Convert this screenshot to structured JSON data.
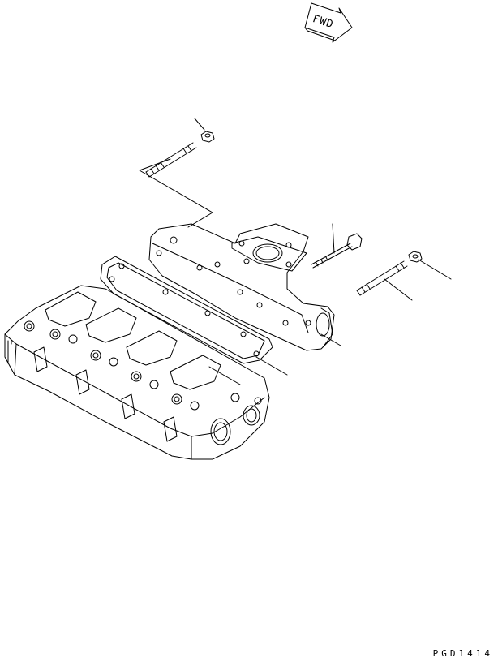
{
  "direction_indicator": {
    "label": "FWD"
  },
  "figure": {
    "reference_code": "PGD1414",
    "parts": [
      {
        "key": "exhaust-manifold"
      },
      {
        "key": "manifold-gasket"
      },
      {
        "key": "cylinder-head"
      },
      {
        "key": "stud-bolt-upper"
      },
      {
        "key": "nut-upper"
      },
      {
        "key": "bolt-right"
      },
      {
        "key": "stud-bolt-right"
      },
      {
        "key": "nut-right"
      }
    ]
  },
  "colors": {
    "line": "#000000",
    "background": "#ffffff"
  }
}
